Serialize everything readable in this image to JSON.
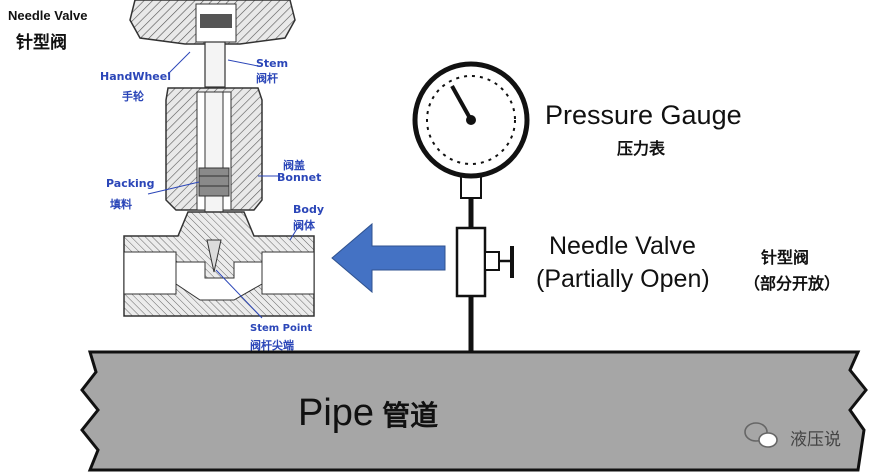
{
  "title": {
    "en": "Needle Valve",
    "cn": "针型阀"
  },
  "valve_labels": {
    "handwheel": {
      "en": "HandWheel",
      "cn": "手轮"
    },
    "stem": {
      "en": "Stem",
      "cn": "阀杆"
    },
    "bonnet": {
      "en": "Bonnet",
      "cn": "阀盖"
    },
    "packing": {
      "en": "Packing",
      "cn": "填料"
    },
    "body": {
      "en": "Body",
      "cn": "阀体"
    },
    "stem_point": {
      "en": "Stem Point",
      "cn": "阀杆尖端"
    }
  },
  "gauge": {
    "en": "Pressure Gauge",
    "cn": "压力表"
  },
  "needle_valve": {
    "en_line1": "Needle Valve",
    "en_line2": "(Partially Open)",
    "cn_line1": "针型阀",
    "cn_line2": "（部分开放）"
  },
  "pipe": {
    "en": "Pipe",
    "cn": "管道"
  },
  "watermark": "液压说",
  "colors": {
    "arrow": "#4472c4",
    "label_blue": "#2b46b8",
    "pipe_fill": "#a6a6a6",
    "hatch": "#555555"
  }
}
